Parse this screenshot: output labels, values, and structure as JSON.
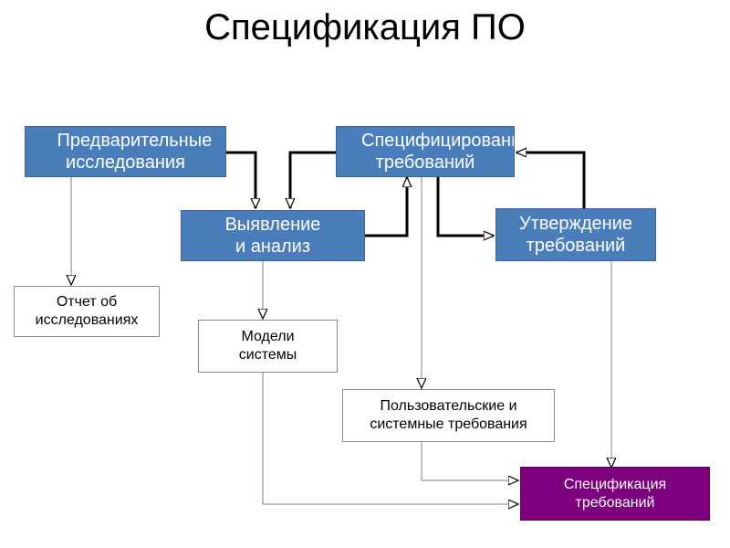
{
  "title": "Спецификация ПО",
  "processes": {
    "preliminary": "Предварительные исследования",
    "analysis": "Выявление и анализ",
    "specification": "Специфицирование требований",
    "approval": "Утверждение требований"
  },
  "documents": {
    "report": "Отчет об исследованиях",
    "models": "Модели системы",
    "requirements": "Пользовательские и системные требования",
    "spec": "Спецификация требований"
  },
  "colors": {
    "process": "#4a7ebb",
    "result": "#7f007f",
    "line": "#000000",
    "thin_line": "#808080"
  }
}
